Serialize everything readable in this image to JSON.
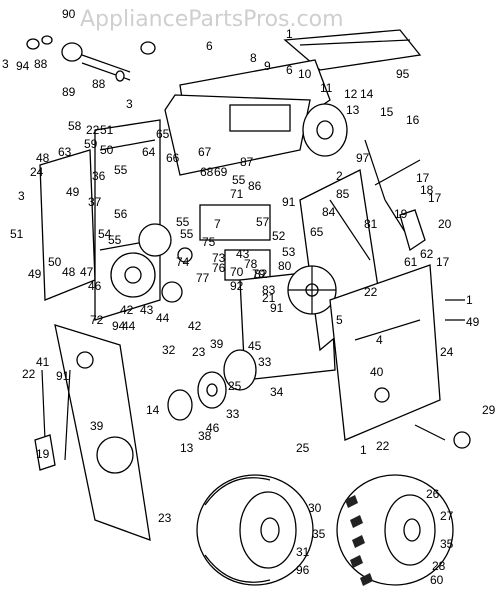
{
  "watermark": "AppliancePartsPros.com",
  "callouts": [
    "90",
    "3",
    "94",
    "88",
    "89",
    "88",
    "1",
    "6",
    "8",
    "9",
    "6",
    "10",
    "11",
    "95",
    "12",
    "13",
    "14",
    "3",
    "58",
    "22",
    "51",
    "59",
    "50",
    "65",
    "63",
    "48",
    "24",
    "49",
    "36",
    "37",
    "56",
    "55",
    "64",
    "66",
    "67",
    "68",
    "69",
    "55",
    "86",
    "87",
    "7",
    "71",
    "97",
    "2",
    "85",
    "84",
    "15",
    "16",
    "17",
    "18",
    "19",
    "17",
    "20",
    "3",
    "55",
    "54",
    "53",
    "52",
    "51",
    "57",
    "72",
    "42",
    "43",
    "44",
    "45",
    "46",
    "47",
    "48",
    "49",
    "50",
    "55",
    "55",
    "75",
    "73",
    "74",
    "77",
    "76",
    "78",
    "70",
    "92",
    "79",
    "82",
    "80",
    "83",
    "65",
    "91",
    "81",
    "91",
    "5",
    "21",
    "22",
    "1",
    "22",
    "49",
    "43",
    "44",
    "94",
    "42",
    "39",
    "32",
    "33",
    "25",
    "34",
    "33",
    "46",
    "23",
    "24",
    "4",
    "40",
    "41",
    "91",
    "39",
    "19",
    "14",
    "13",
    "38",
    "23",
    "22",
    "1",
    "25",
    "29",
    "30",
    "35",
    "31",
    "96",
    "26",
    "27",
    "35",
    "28",
    "60",
    "61",
    "62",
    "17"
  ]
}
